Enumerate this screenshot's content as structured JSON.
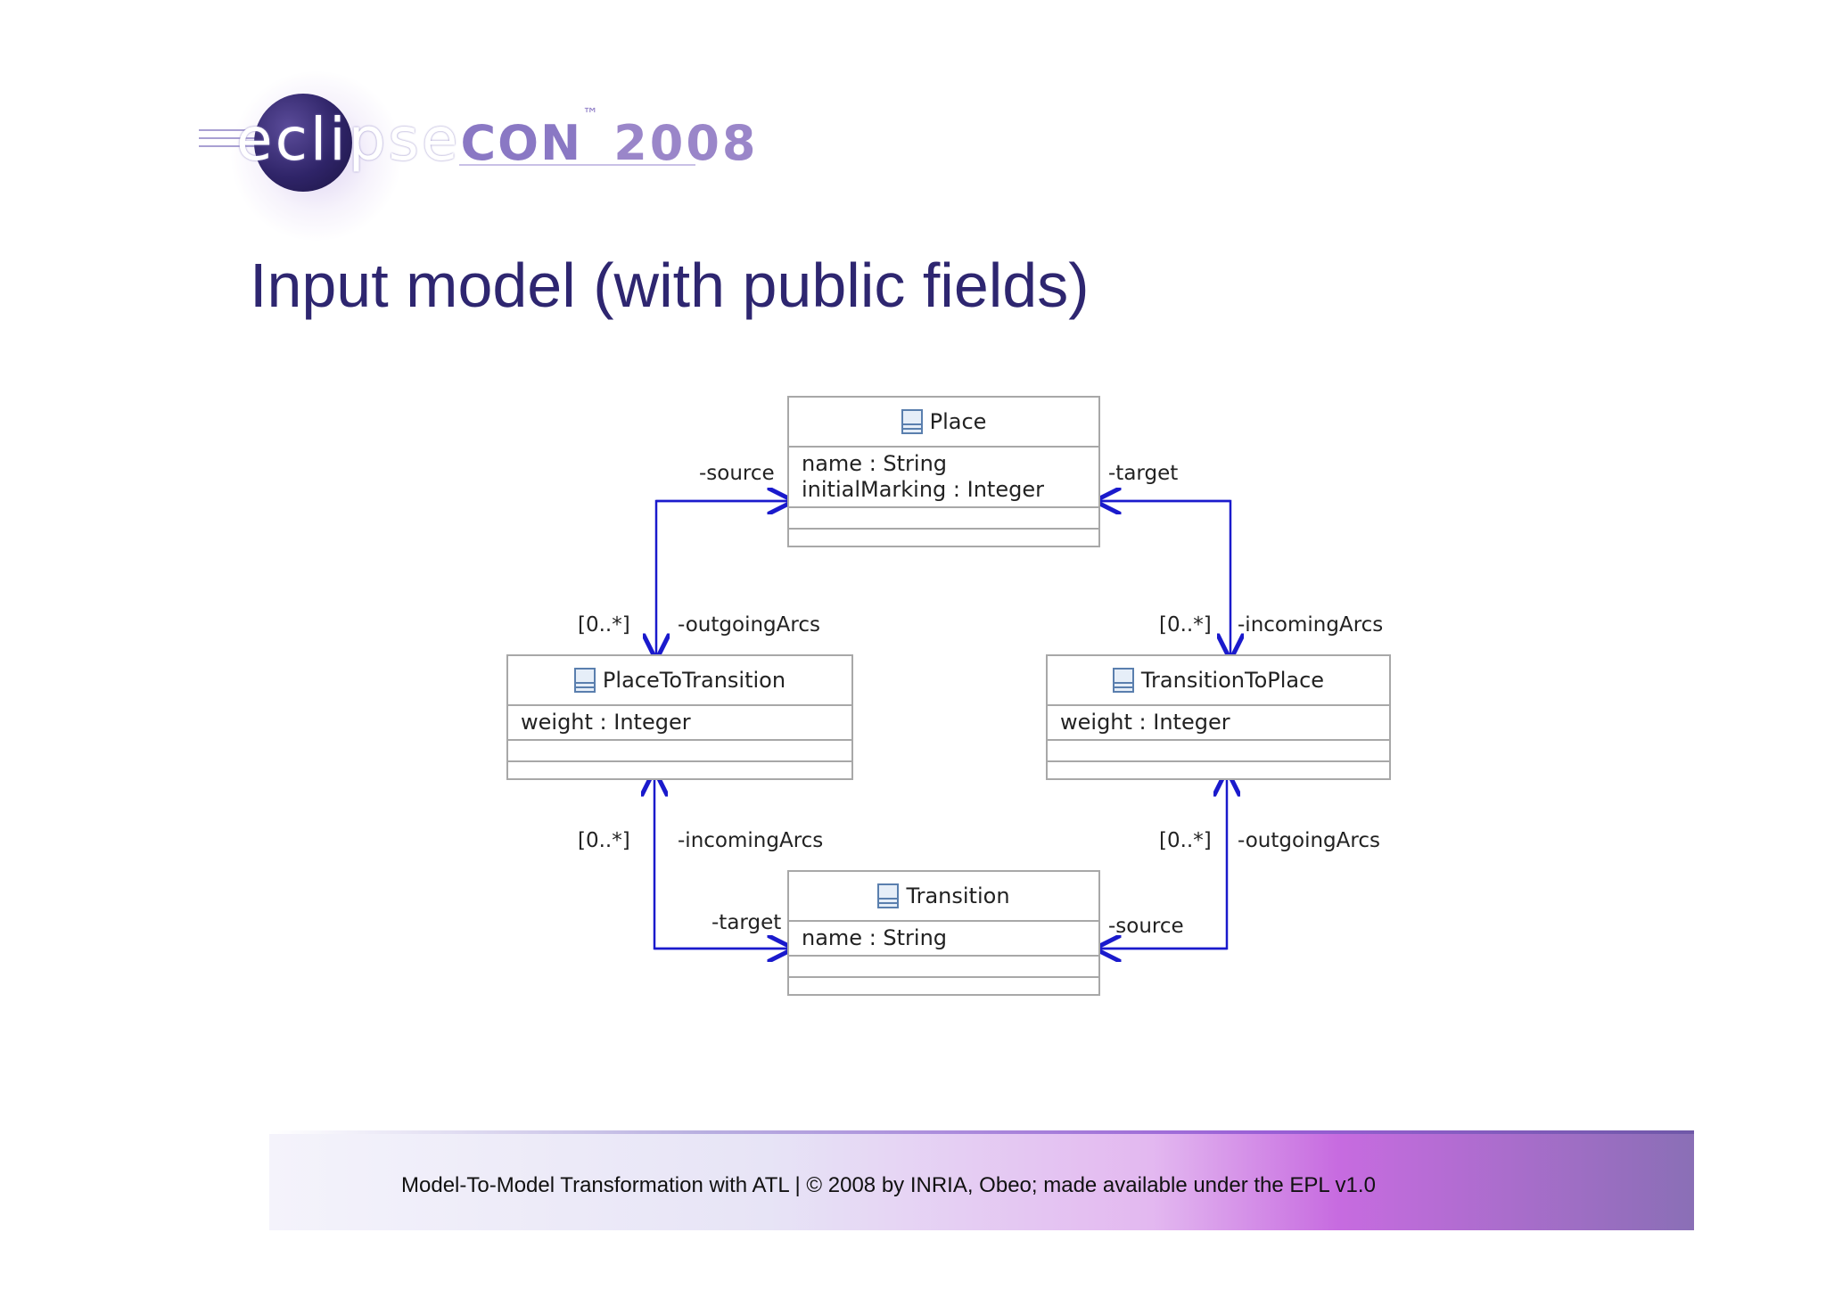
{
  "logo": {
    "eclipse": "eclipse",
    "con": "CON",
    "tm": "™",
    "year": "2008"
  },
  "title": "Input model (with public fields)",
  "classes": {
    "place": {
      "name": "Place",
      "attrs": [
        "name : String",
        "initialMarking : Integer"
      ]
    },
    "place_to_transition": {
      "name": "PlaceToTransition",
      "attrs": [
        "weight : Integer"
      ]
    },
    "transition_to_place": {
      "name": "TransitionToPlace",
      "attrs": [
        "weight : Integer"
      ]
    },
    "transition": {
      "name": "Transition",
      "attrs": [
        "name : String"
      ]
    }
  },
  "labels": {
    "place_source": "-source",
    "place_target": "-target",
    "ptt_mult_top": "[0..*]",
    "ptt_outgoing": "-outgoingArcs",
    "ttp_mult_top": "[0..*]",
    "ttp_incoming": "-incomingArcs",
    "ptt_mult_bottom": "[0..*]",
    "ptt_incoming": "-incomingArcs",
    "ttp_mult_bottom": "[0..*]",
    "ttp_outgoing": "-outgoingArcs",
    "transition_target": "-target",
    "transition_source": "-source"
  },
  "footer": "Model-To-Model Transformation with ATL  |  © 2008 by INRIA, Obeo; made available under the EPL v1.0"
}
